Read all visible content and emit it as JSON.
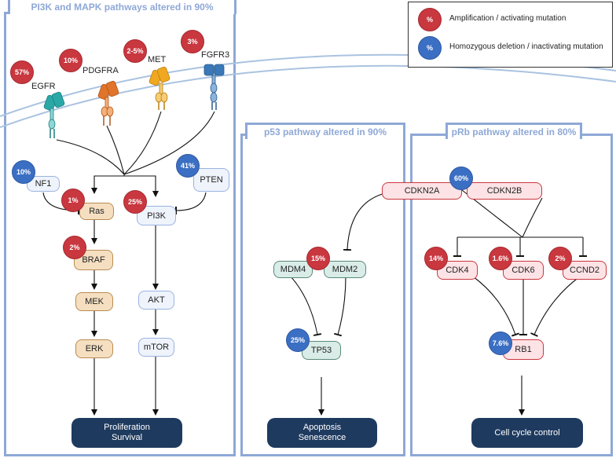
{
  "panels": {
    "pi3k": {
      "title": "PI3K and MAPK pathways altered in 90%"
    },
    "p53": {
      "title": "p53 pathway altered in 90%"
    },
    "prb": {
      "title": "pRb pathway altered in 80%"
    }
  },
  "legend": {
    "amp": {
      "symbol": "%",
      "text": "Amplification / activating mutation",
      "color": "#c9373f"
    },
    "del": {
      "symbol": "%",
      "text": "Homozygous deletion / inactivating mutation",
      "color": "#3b6fc4"
    }
  },
  "receptors": [
    {
      "name": "EGFR",
      "percent": "57%",
      "color": "#2aa8a8"
    },
    {
      "name": "PDGFRA",
      "percent": "10%",
      "color": "#e0742a"
    },
    {
      "name": "MET",
      "percent": "2-5%",
      "color": "#f0a820"
    },
    {
      "name": "FGFR3",
      "percent": "3%",
      "color": "#3a78b8"
    }
  ],
  "nodes": {
    "nf1": {
      "label": "NF1",
      "percent": "10%"
    },
    "pten": {
      "label": "PTEN",
      "percent": "41%"
    },
    "ras": {
      "label": "Ras",
      "percent": "1%"
    },
    "pi3k": {
      "label": "PI3K",
      "percent": "25%"
    },
    "braf": {
      "label": "BRAF",
      "percent": "2%"
    },
    "mek": {
      "label": "MEK"
    },
    "erk": {
      "label": "ERK"
    },
    "akt": {
      "label": "AKT"
    },
    "mtor": {
      "label": "mTOR"
    },
    "mdm4": {
      "label": "MDM4"
    },
    "mdm2": {
      "label": "MDM2",
      "percent": "15%"
    },
    "tp53": {
      "label": "TP53",
      "percent": "25%"
    },
    "cdkn2a": {
      "label": "CDKN2A"
    },
    "cdkn2b": {
      "label": "CDKN2B",
      "percent": "60%"
    },
    "cdk4": {
      "label": "CDK4",
      "percent": "14%"
    },
    "cdk6": {
      "label": "CDK6",
      "percent": "1.6%"
    },
    "ccnd2": {
      "label": "CCND2",
      "percent": "2%"
    },
    "rb1": {
      "label": "RB1",
      "percent": "7.6%"
    }
  },
  "outcomes": {
    "prolif": {
      "line1": "Proliferation",
      "line2": "Survival"
    },
    "apoptosis": {
      "line1": "Apoptosis",
      "line2": "Senescence"
    },
    "cellcycle": {
      "line1": "Cell cycle control"
    }
  }
}
